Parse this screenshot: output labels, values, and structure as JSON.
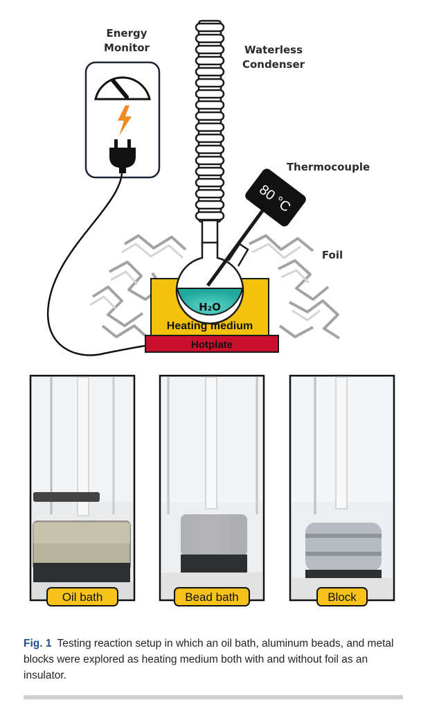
{
  "labels": {
    "energy_monitor": "Energy Monitor",
    "waterless_condenser": "Waterless Condenser",
    "thermocouple": "Thermocouple",
    "foil": "Foil",
    "thermo_display": "80 °C",
    "heating_medium": "Heating medium",
    "hotplate": "Hotplate",
    "water": "H₂O"
  },
  "photos": [
    {
      "label": "Oil bath"
    },
    {
      "label": "Bead bath"
    },
    {
      "label": "Block"
    }
  ],
  "caption": {
    "fig": "Fig. 1",
    "text": "Testing reaction setup in which an oil bath, aluminum beads, and metal blocks were explored as heating medium both with and without foil as an insulator."
  },
  "colors": {
    "heating_medium": "#f4c20d",
    "hotplate": "#c8102e",
    "water": "#2fbfb0",
    "label_badge": "#f6c21b",
    "caption_fig": "#1f4e8f"
  }
}
